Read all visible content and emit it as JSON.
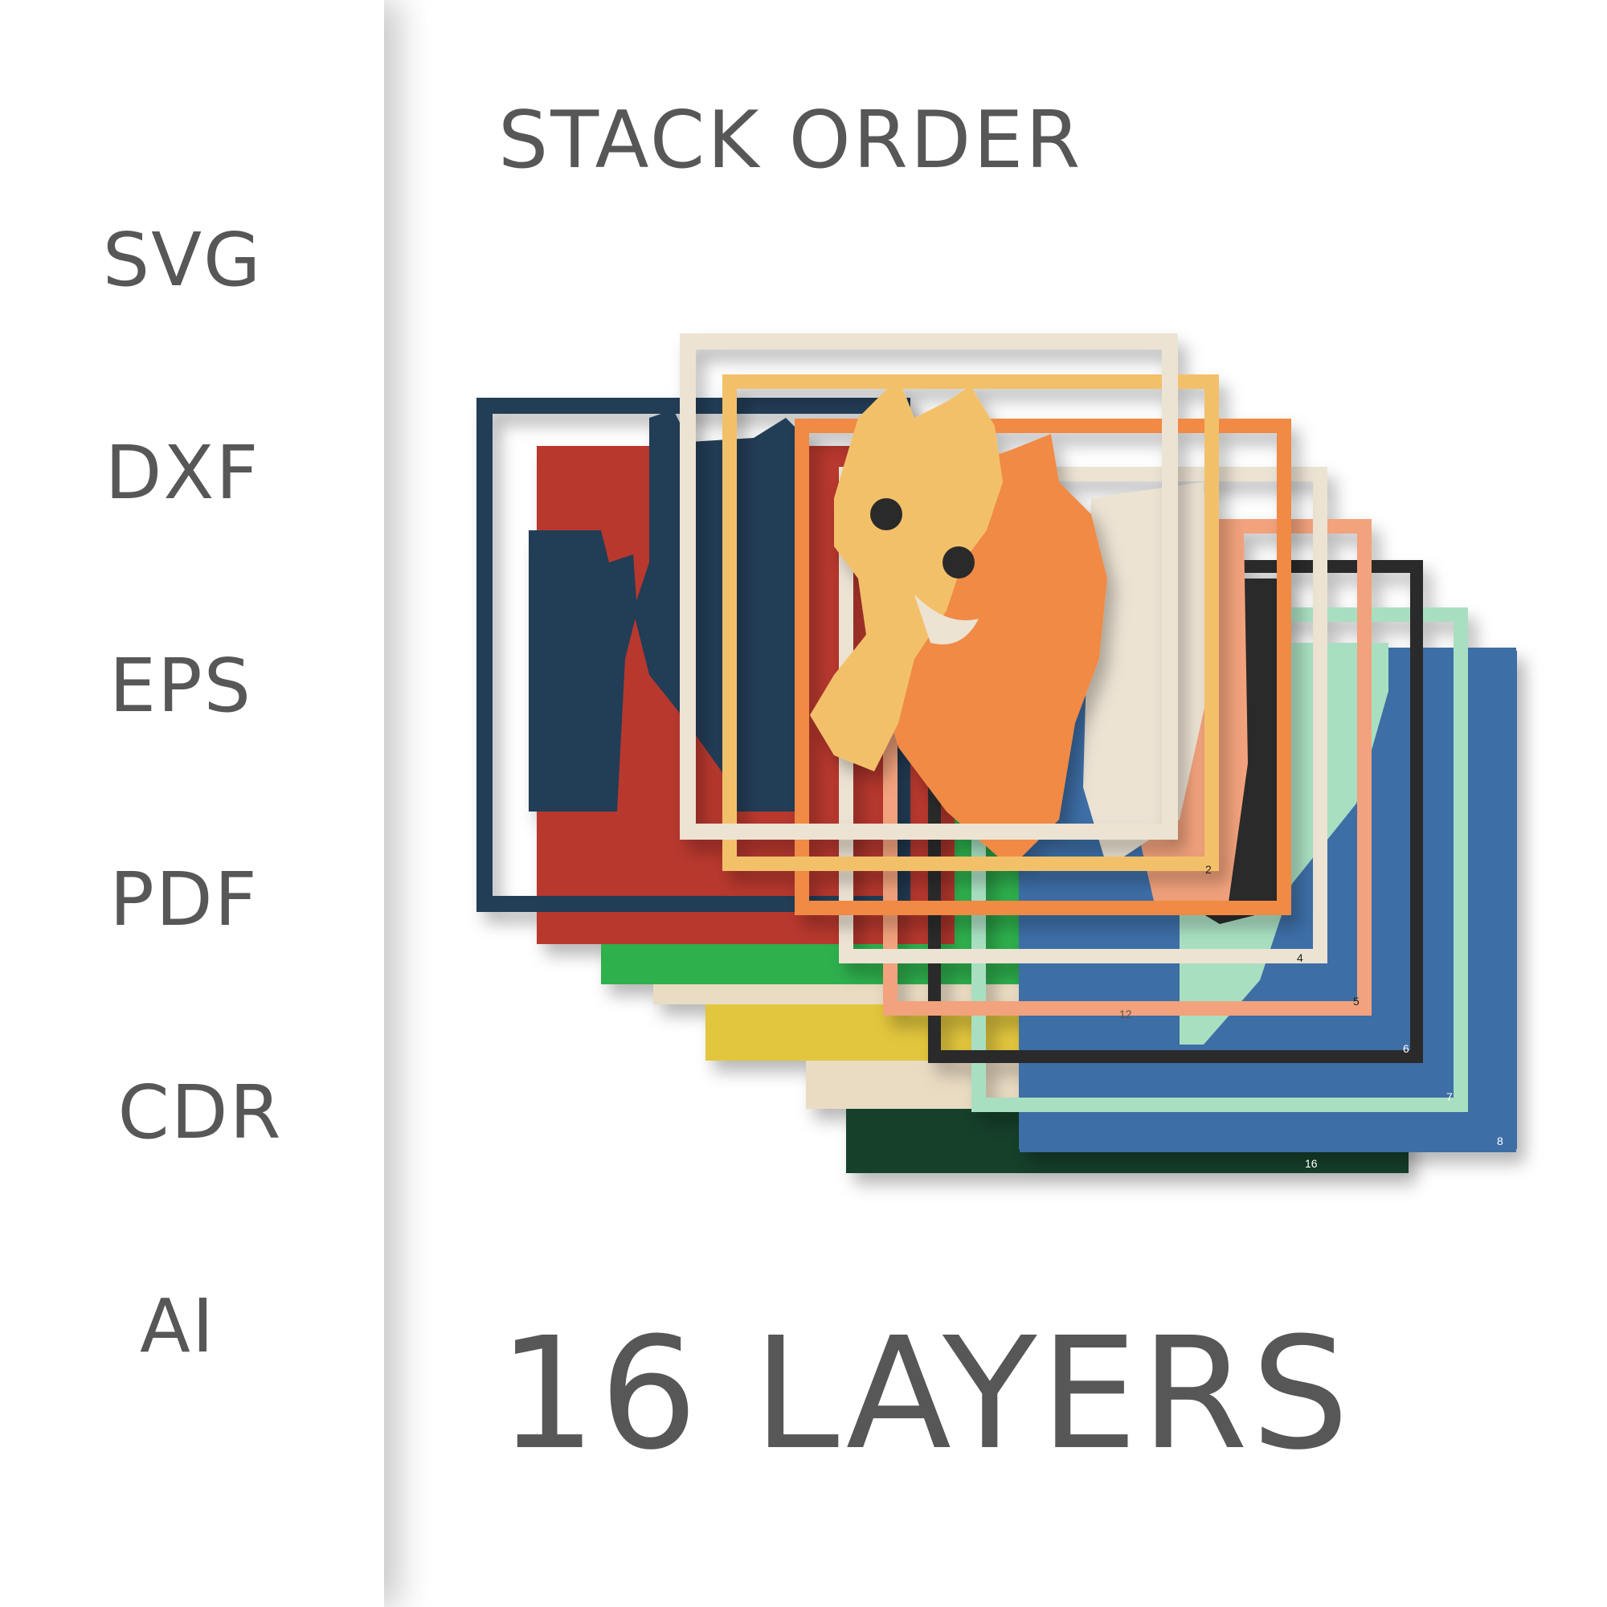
{
  "formats": [
    "SVG",
    "DXF",
    "EPS",
    "PDF",
    "CDR",
    "AI"
  ],
  "heading": "STACK ORDER",
  "layer_count_label": "16 LAYERS",
  "layer_numbers": [
    "2",
    "4",
    "5",
    "6",
    "7",
    "8",
    "12",
    "16"
  ],
  "colors": {
    "text": "#575757",
    "navy": "#233d57",
    "red": "#b8392e",
    "green": "#2db04d",
    "cream": "#eadcc3",
    "yellow": "#e2c63c",
    "dark_green": "#163f2c",
    "orange": "#f08a45",
    "light_orange": "#f3c06a",
    "peach": "#f2a27c",
    "black": "#2a2a2a",
    "mint": "#a9dfc1",
    "blue": "#3e6ea6",
    "beige": "#ece3d3"
  }
}
